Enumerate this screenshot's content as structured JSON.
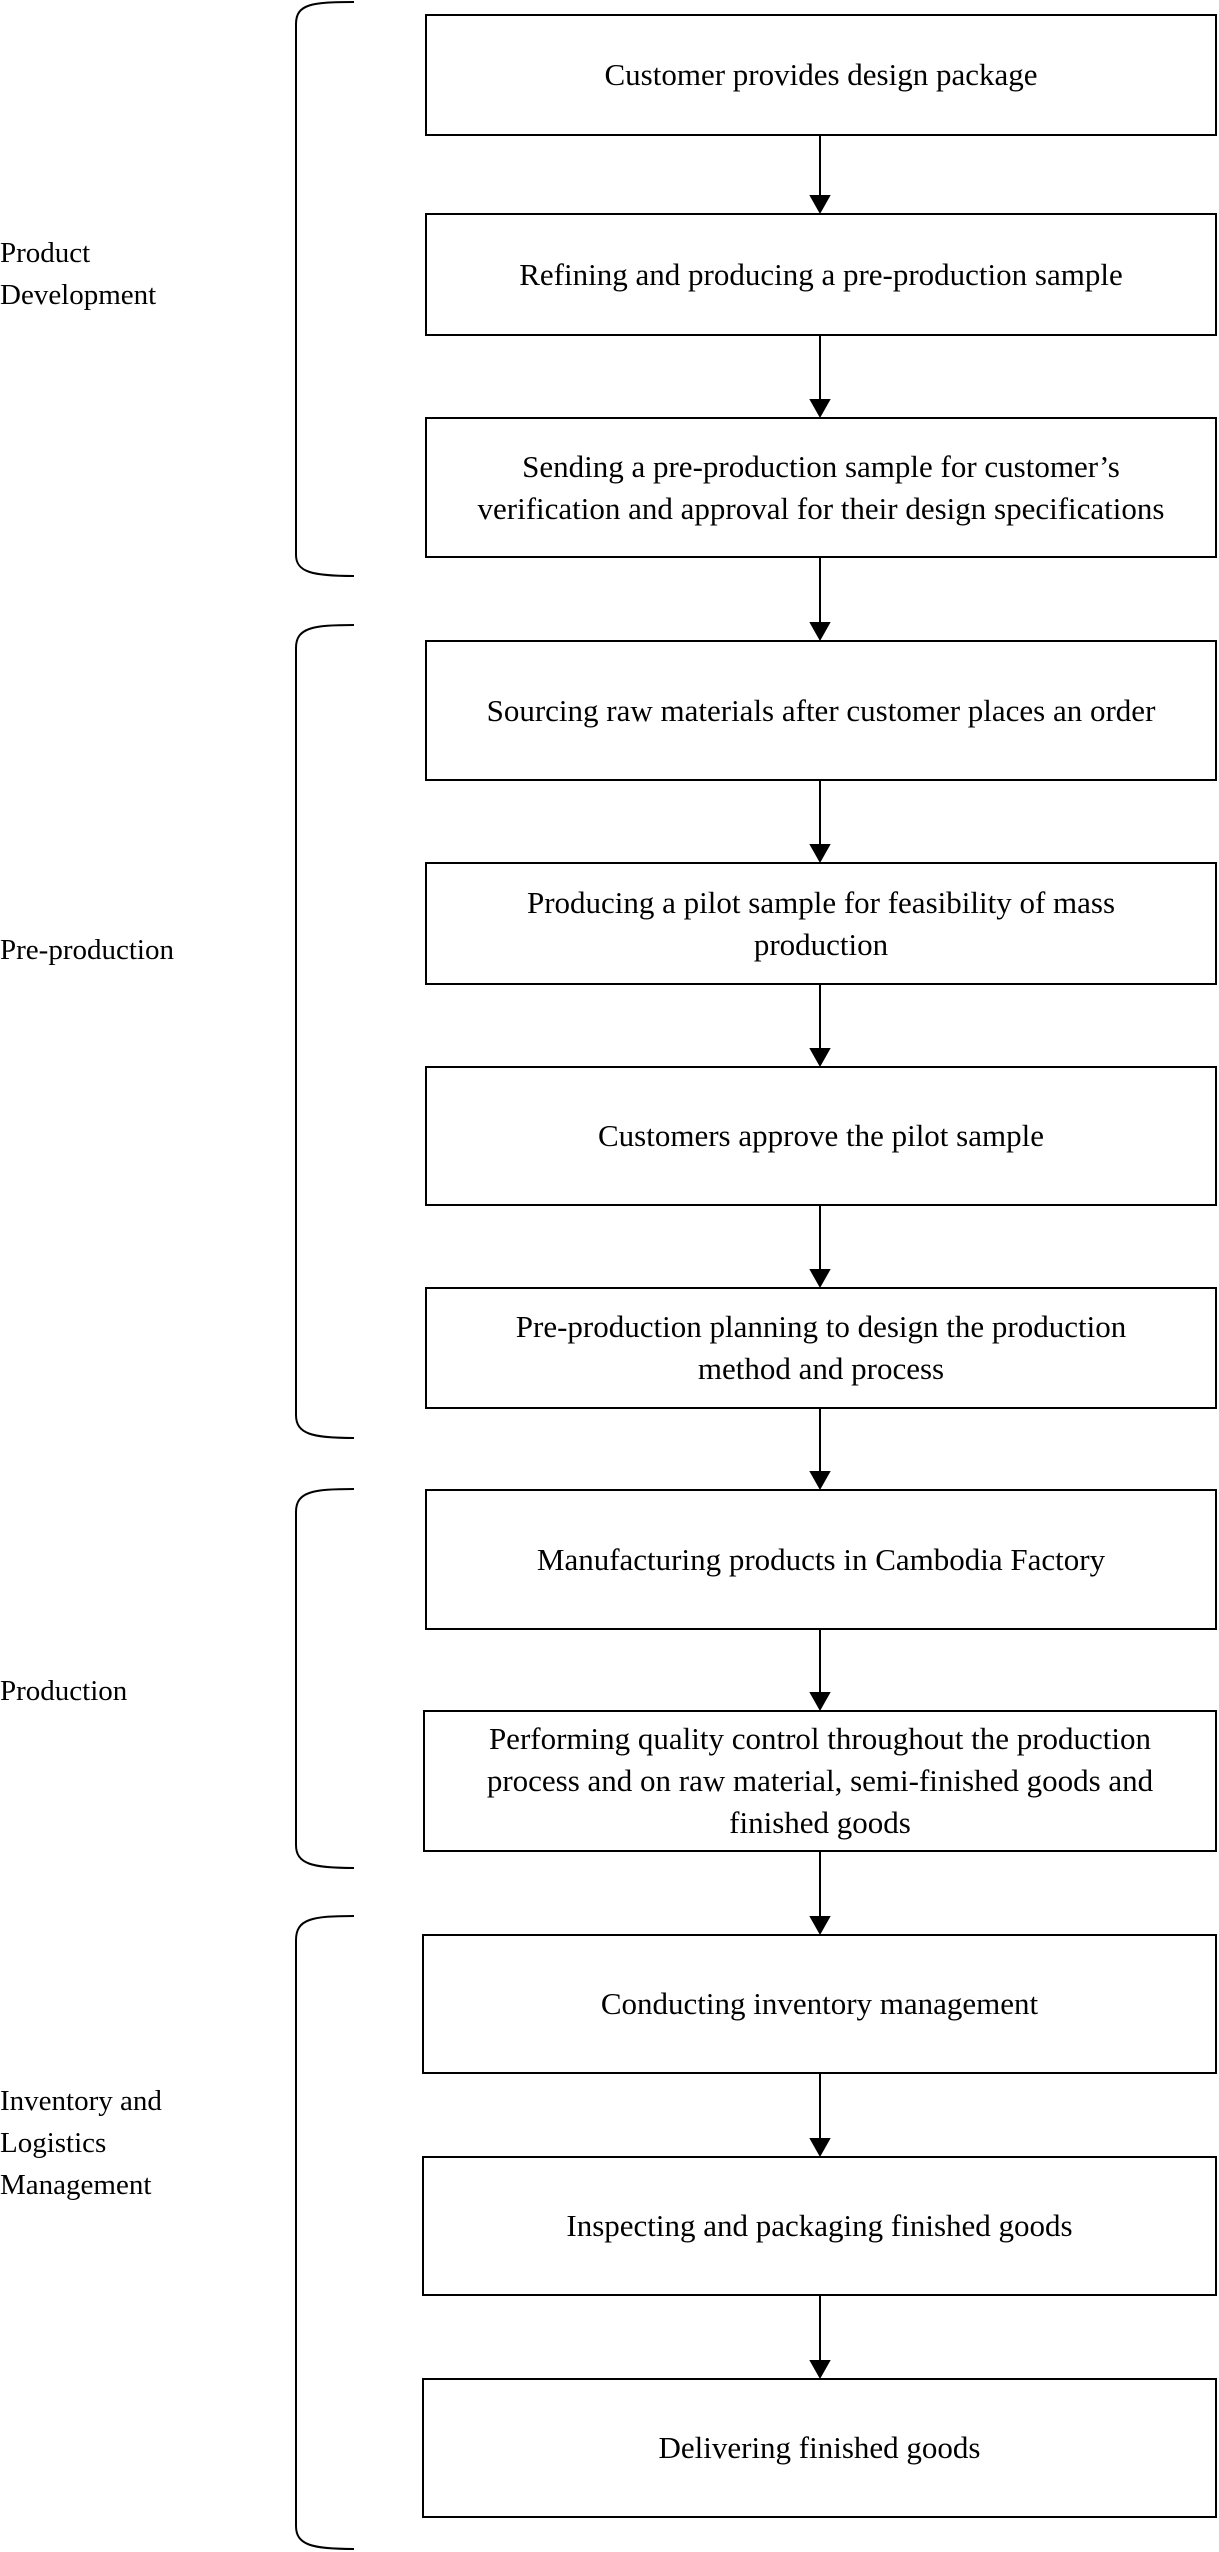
{
  "stages": [
    {
      "label": "Product\nDevelopment"
    },
    {
      "label": "Pre-production"
    },
    {
      "label": "Production"
    },
    {
      "label": "Inventory and\nLogistics\nManagement"
    }
  ],
  "steps": [
    {
      "text": "Customer provides design package"
    },
    {
      "text": "Refining and producing a pre-production sample"
    },
    {
      "text": "Sending a pre-production sample for customer’s\nverification and approval for their design specifications"
    },
    {
      "text": "Sourcing raw materials after customer places an order"
    },
    {
      "text": "Producing a pilot sample for feasibility of mass\nproduction"
    },
    {
      "text": "Customers approve the pilot sample"
    },
    {
      "text": "Pre-production planning to design the production\nmethod and process"
    },
    {
      "text": "Manufacturing products in Cambodia Factory"
    },
    {
      "text": "Performing quality control throughout the production\nprocess and on raw material, semi-finished goods and\nfinished goods"
    },
    {
      "text": "Conducting inventory management"
    },
    {
      "text": "Inspecting and packaging finished goods"
    },
    {
      "text": "Delivering finished goods"
    }
  ]
}
